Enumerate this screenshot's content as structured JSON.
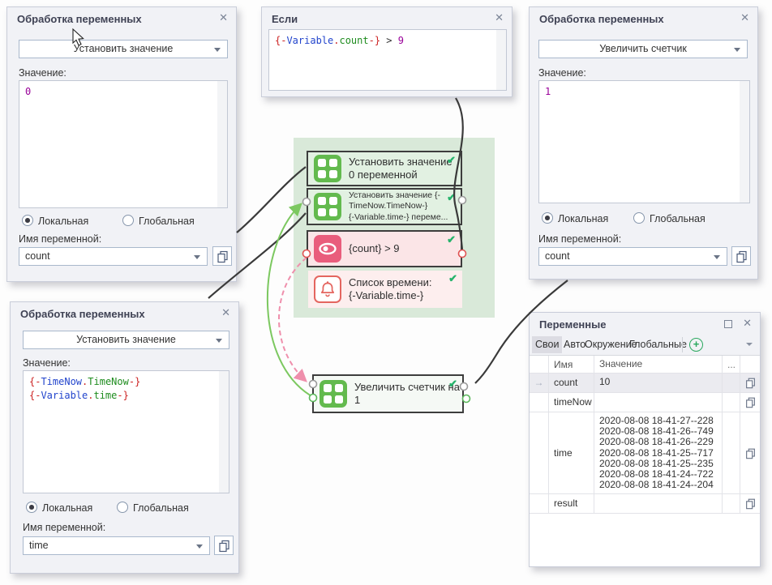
{
  "icons": {
    "close": "✕",
    "check": "✔",
    "plus": "+",
    "row_arrow": "→"
  },
  "panel_tl": {
    "title": "Обработка переменных",
    "action": "Установить значение",
    "value_label": "Значение:",
    "value": "0",
    "radio_local": "Локальная",
    "radio_global": "Глобальная",
    "name_label": "Имя переменной:",
    "var_name": "count"
  },
  "panel_if": {
    "title": "Если",
    "tokens": {
      "open": "{-",
      "obj": "Variable",
      "dot": ".",
      "prop": "count",
      "close": "-}",
      "op": " > ",
      "num": "9"
    }
  },
  "panel_tr": {
    "title": "Обработка переменных",
    "action": "Увеличить счетчик",
    "value_label": "Значение:",
    "value": "1",
    "radio_local": "Локальная",
    "radio_global": "Глобальная",
    "name_label": "Имя переменной:",
    "var_name": "count"
  },
  "panel_bl": {
    "title": "Обработка переменных",
    "action": "Установить значение",
    "value_label": "Значение:",
    "line1": {
      "open": "{-",
      "obj": "TimeNow",
      "dot": ".",
      "prop": "TimeNow",
      "close": "-}"
    },
    "line2": {
      "open": "{-",
      "obj": "Variable",
      "dot": ".",
      "prop": "time",
      "close": "-}"
    },
    "radio_local": "Локальная",
    "radio_global": "Глобальная",
    "name_label": "Имя переменной:",
    "var_name": "time"
  },
  "flow": {
    "block1": {
      "text": "Установить значение\n0 переменной"
    },
    "block2": {
      "text": "Установить значение {-\nTimeNow.TimeNow-}\n{-Variable.time-} переме..."
    },
    "block3": {
      "text": "{count} > 9"
    },
    "block4": {
      "text": "Список времени:\n{-Variable.time-}"
    },
    "block5": {
      "text": "Увеличить счетчик на\n1"
    }
  },
  "variables": {
    "title": "Переменные",
    "tabs": [
      "Свои",
      "Авто",
      "Окружение",
      "Глобальные"
    ],
    "col_name": "Имя",
    "col_value": "Значение",
    "col_more": "...",
    "rows": [
      {
        "name": "count",
        "value": "10"
      },
      {
        "name": "timeNow",
        "value": ""
      },
      {
        "name": "time",
        "value": "2020-08-08  18-41-27--228\n2020-08-08  18-41-26--749\n2020-08-08  18-41-26--229\n2020-08-08  18-41-25--717\n2020-08-08  18-41-25--235\n2020-08-08  18-41-24--722\n2020-08-08  18-41-24--204"
      },
      {
        "name": "result",
        "value": ""
      }
    ]
  }
}
